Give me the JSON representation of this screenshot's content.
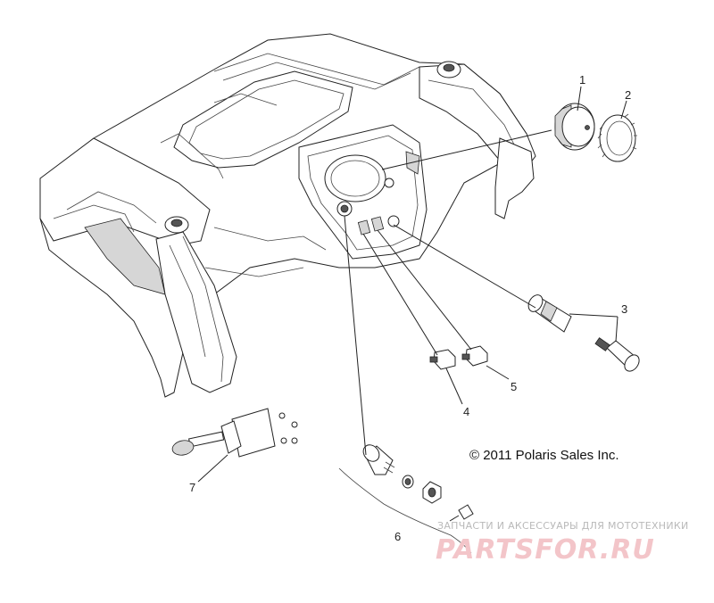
{
  "copyright": "© 2011 Polaris Sales Inc.",
  "watermark": {
    "tagline": "ЗАПЧАСТИ И АКСЕССУАРЫ ДЛЯ МОТОТЕХНИКИ",
    "brand": "PARTSFOR.RU",
    "brand_color": "#e8a1a8"
  },
  "callouts": [
    {
      "number": "1",
      "part": "gauge"
    },
    {
      "number": "2",
      "part": "gauge-ring"
    },
    {
      "number": "3",
      "part": "power-outlet"
    },
    {
      "number": "4",
      "part": "rocker-switch"
    },
    {
      "number": "5",
      "part": "rocker-switch"
    },
    {
      "number": "6",
      "part": "ignition-switch-kit"
    },
    {
      "number": "7",
      "part": "light-switch-lever"
    }
  ]
}
